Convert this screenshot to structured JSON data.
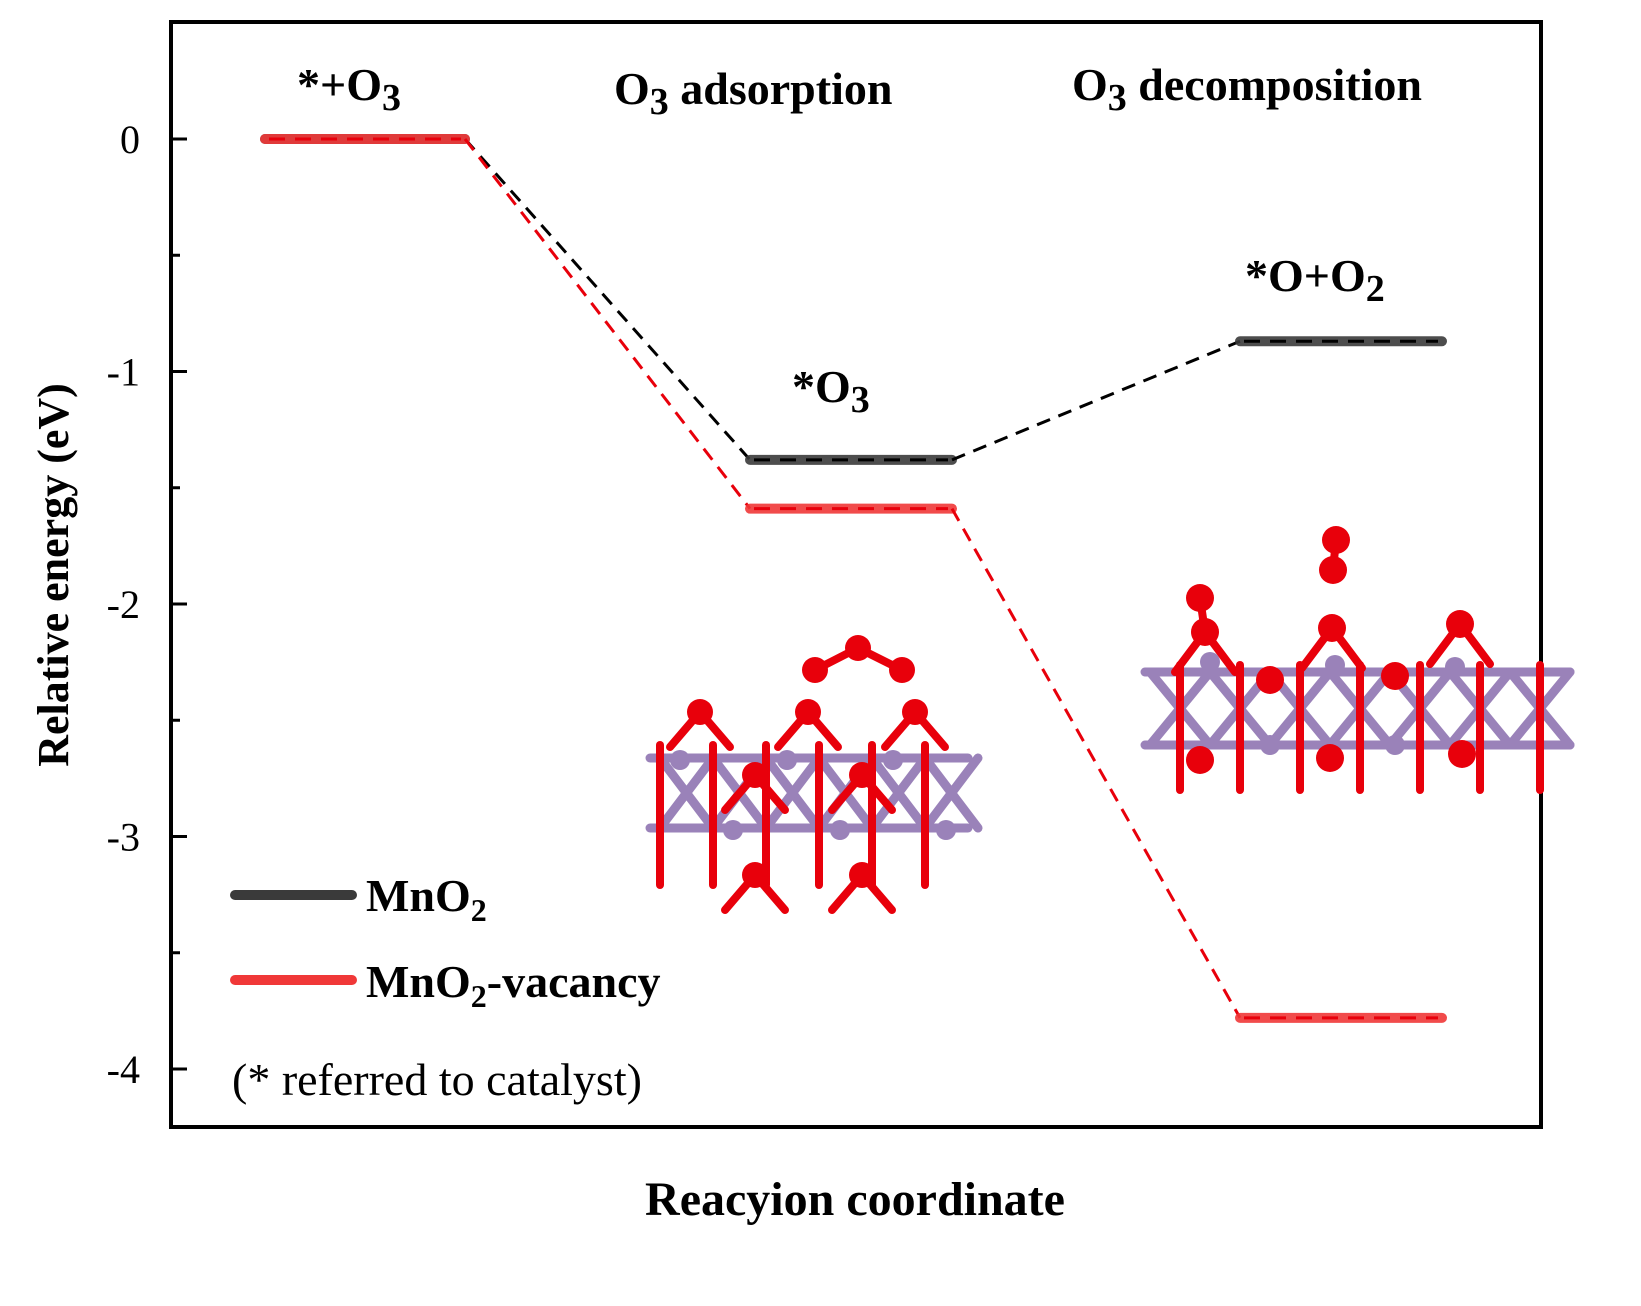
{
  "chart_data": {
    "type": "line",
    "title": "",
    "xlabel": "Reacyion coordinate",
    "ylabel": "Relative energy (eV)",
    "ylim": [
      -4.25,
      0.5
    ],
    "yticks": [
      0,
      -1,
      -2,
      -3,
      -4
    ],
    "stages": [
      {
        "label": "*+O",
        "sub": "3"
      },
      {
        "label": "*O",
        "sub": "3"
      },
      {
        "label": "*O+O",
        "sub": "2"
      }
    ],
    "section_titles": [
      {
        "pre": "O",
        "sub": "3",
        "post": " adsorption"
      },
      {
        "pre": "O",
        "sub": "3",
        "post": " decomposition"
      }
    ],
    "series": [
      {
        "name": "MnO",
        "name_sub": "2",
        "name_post": "",
        "color": "#000000",
        "values": [
          0,
          -1.38,
          -0.87
        ]
      },
      {
        "name": "MnO",
        "name_sub": "2",
        "name_post": "-vacancy",
        "color": "#e8000b",
        "values": [
          0,
          -1.59,
          -3.78
        ]
      }
    ],
    "note": "(* referred to catalyst)",
    "legend_position": "bottom-left",
    "grid": false
  },
  "colors": {
    "oxygen_atom": "#e8000b",
    "manganese_atom": "#9a82b9"
  }
}
